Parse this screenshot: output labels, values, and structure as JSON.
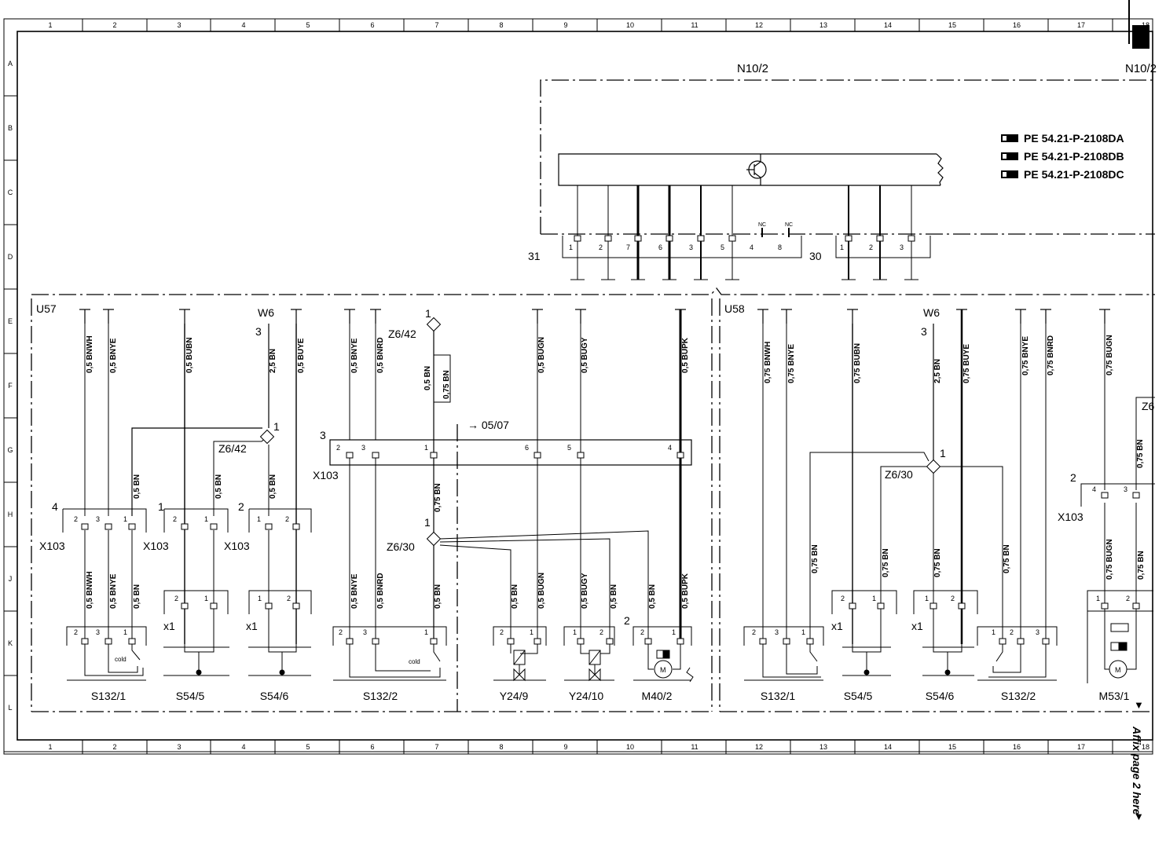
{
  "frame": {
    "columns": [
      "1",
      "2",
      "3",
      "4",
      "5",
      "6",
      "7",
      "8",
      "9",
      "10",
      "11",
      "12",
      "13",
      "14",
      "15",
      "16",
      "17",
      "18"
    ],
    "rows": [
      "A",
      "B",
      "C",
      "D",
      "E",
      "F",
      "G",
      "H",
      "J",
      "K",
      "L"
    ]
  },
  "control_unit": {
    "name": "N10/2",
    "name_right": "N10/2",
    "references": [
      "PE 54.21-P-2108DA",
      "PE 54.21-P-2108DB",
      "PE 54.21-P-2108DC"
    ],
    "connector_31": "31",
    "connector_30": "30",
    "pins_31": [
      "1",
      "2",
      "7",
      "6",
      "3",
      "5",
      "4",
      "8"
    ],
    "pins_30": [
      "1",
      "2",
      "3"
    ],
    "nc": "NC"
  },
  "left_section": {
    "name": "U57",
    "wires_top": [
      "0,5 BNWH",
      "0,5 BNYE",
      "0,5 BUBN",
      "2,5 BN",
      "0,5 BUYE",
      "0,5 BNYE",
      "0,5 BNRD",
      "0,5 BN",
      "0,75 BN",
      "0,5 BUGN",
      "0,5 BUGY",
      "0,5 BUPK"
    ],
    "w6": "W6",
    "w6_pin": "3",
    "z6_42_upper": "Z6/42",
    "z6_42_upper_pin": "1",
    "z6_42_left": "Z6/42",
    "z6_42_left_pin": "1",
    "z6_30": "Z6/30",
    "z6_30_pin": "1",
    "x103_main": {
      "label": "X103",
      "num": "3",
      "pins": [
        "2",
        "3",
        "1",
        "6",
        "5",
        "4"
      ]
    },
    "page_ref": "→ 05/07",
    "x103_a": {
      "label": "X103",
      "num": "4",
      "pins": [
        "2",
        "3",
        "1"
      ]
    },
    "x103_b": {
      "label": "X103",
      "num": "1",
      "pins": [
        "2",
        "1"
      ]
    },
    "x103_c": {
      "label": "X103",
      "num": "2",
      "pins": [
        "1",
        "2"
      ]
    },
    "wires_mid": [
      "0,5 BN",
      "0,5 BN",
      "0,5 BN",
      "0,75 BN"
    ],
    "wires_bottom": [
      "0,5 BNWH",
      "0,5 BNYE",
      "0,5 BN",
      "0,5 BNYE",
      "0,5 BNRD",
      "0,5 BN",
      "0,5 BN",
      "0,5 BUGN",
      "0,5 BUGY",
      "0,5 BN",
      "0,5 BN",
      "0,5 BUPK"
    ],
    "x1": "x1",
    "m_pin": "2",
    "components": [
      "S132/1",
      "S54/5",
      "S54/6",
      "S132/2",
      "Y24/9",
      "Y24/10",
      "M40/2"
    ]
  },
  "right_section": {
    "name": "U58",
    "wires_top": [
      "0,75 BNWH",
      "0,75 BNYE",
      "0,75 BUBN",
      "2,5 BN",
      "0,75 BUYE",
      "0,75 BNYE",
      "0,75 BNRD",
      "0,75 BUGN"
    ],
    "w6": "W6",
    "w6_pin": "3",
    "z6_30": "Z6/30",
    "z6_30_pin": "1",
    "z6_partial": "Z6",
    "wire_z6": "0,75 BN",
    "x103": {
      "label": "X103",
      "num": "2",
      "pins": [
        "4",
        "3"
      ]
    },
    "wires_bottom": [
      "0,75 BN",
      "0,75 BN",
      "0,75 BN",
      "0,75 BN",
      "0,75 BUGN",
      "0,75 BN"
    ],
    "x1": "x1",
    "components": [
      "S132/1",
      "S54/5",
      "S54/6",
      "S132/2",
      "M53/1"
    ]
  },
  "side_note": "Affix page 2 here"
}
